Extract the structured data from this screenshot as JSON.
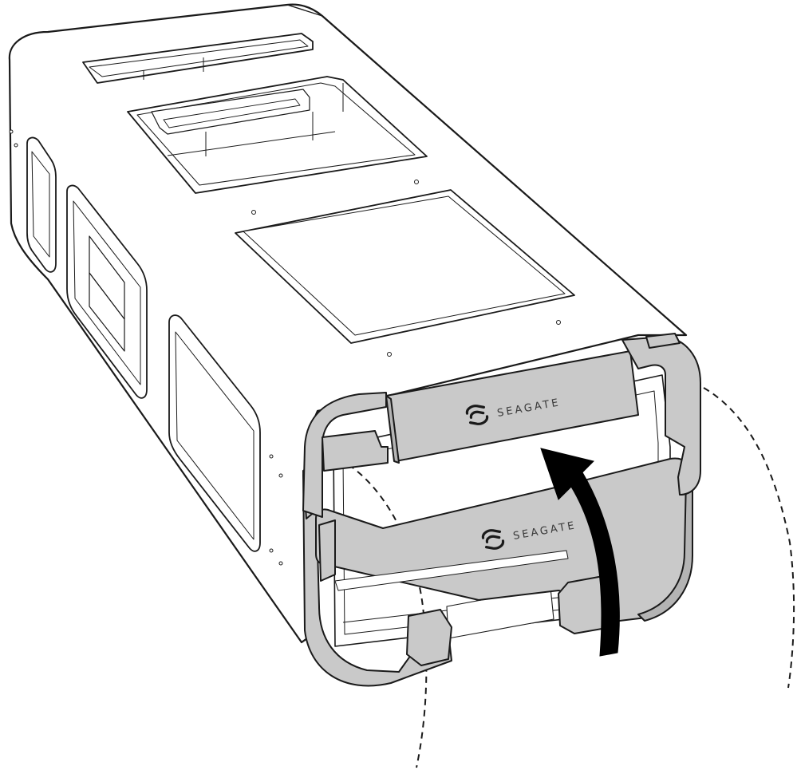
{
  "illustration": {
    "colors": {
      "line": "#1a1a1a",
      "handle_fill": "#c9c9c9",
      "handle_shade": "#b4b4b4",
      "arrow": "#000000",
      "background": "#ffffff"
    },
    "handle_upper": {
      "brand_text": "SEAGATE",
      "icon": "seagate-logo-icon"
    },
    "handle_lower": {
      "brand_text": "SEAGATE",
      "icon": "seagate-logo-icon"
    },
    "motion": {
      "icon": "rotate-up-arrow-icon",
      "direction": "up"
    }
  }
}
